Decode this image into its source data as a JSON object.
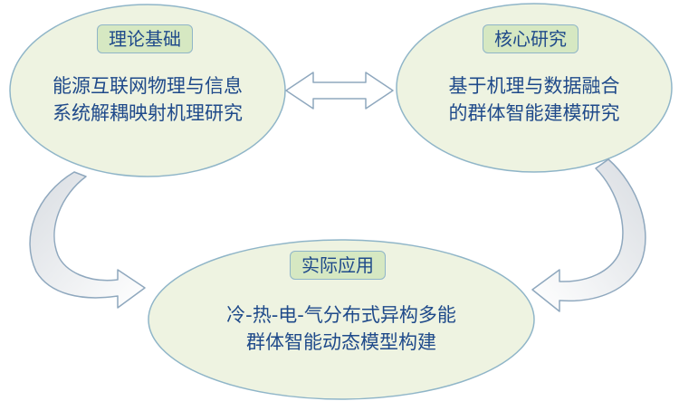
{
  "nodes": {
    "theory": {
      "tag": "理论基础",
      "lines": [
        "能源互联网物理与信息",
        "系统解耦映射机理研究"
      ]
    },
    "core": {
      "tag": "核心研究",
      "lines": [
        "基于机理与数据融合",
        "的群体智能建模研究"
      ]
    },
    "application": {
      "tag": "实际应用",
      "lines": [
        "冷-热-电-气分布式异构多能",
        "群体智能动态模型构建"
      ]
    }
  },
  "colors": {
    "ellipse_fill": "#eef3e1",
    "ellipse_stroke": "#8fb5c8",
    "tag_fill": "#d6e8c2",
    "text": "#1f4a8a",
    "arrow_stroke": "#8fa8be"
  }
}
